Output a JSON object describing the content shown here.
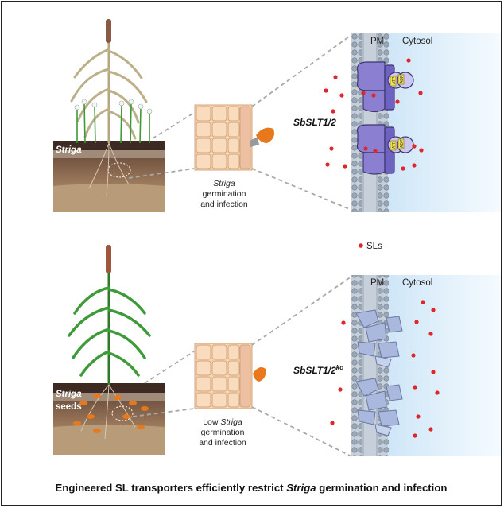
{
  "top_panel": {
    "soil_label": "Striga",
    "root_caption": {
      "line1": "Striga",
      "line2": "germination",
      "line3": "and infection"
    },
    "pm_label": "PM",
    "cytosol_label": "Cytosol",
    "transporter_label": "SbSLT1/2",
    "atp_label": "ATP",
    "adp_label": "ADP"
  },
  "legend": {
    "label": "SLs"
  },
  "bottom_panel": {
    "soil_label_1": "Striga",
    "soil_label_2": "seeds",
    "root_caption": {
      "line1_prefix": "Low ",
      "line1_italic": "Striga",
      "line2": "germination",
      "line3": "and infection"
    },
    "pm_label": "PM",
    "cytosol_label": "Cytosol",
    "transporter_label": "SbSLT1/2",
    "transporter_superscript": "ko"
  },
  "caption": {
    "prefix": "Engineered SL transporters efficiently restrict ",
    "italic": "Striga",
    "suffix": " germination and infection"
  },
  "colors": {
    "sl_dot": "#e0262b",
    "transporter": "#8a7fd0",
    "transporter_ko": "#a9b8dc",
    "cytosol": "#dceefa",
    "striga": "#e8781c",
    "cell": "#f7d4b0"
  }
}
